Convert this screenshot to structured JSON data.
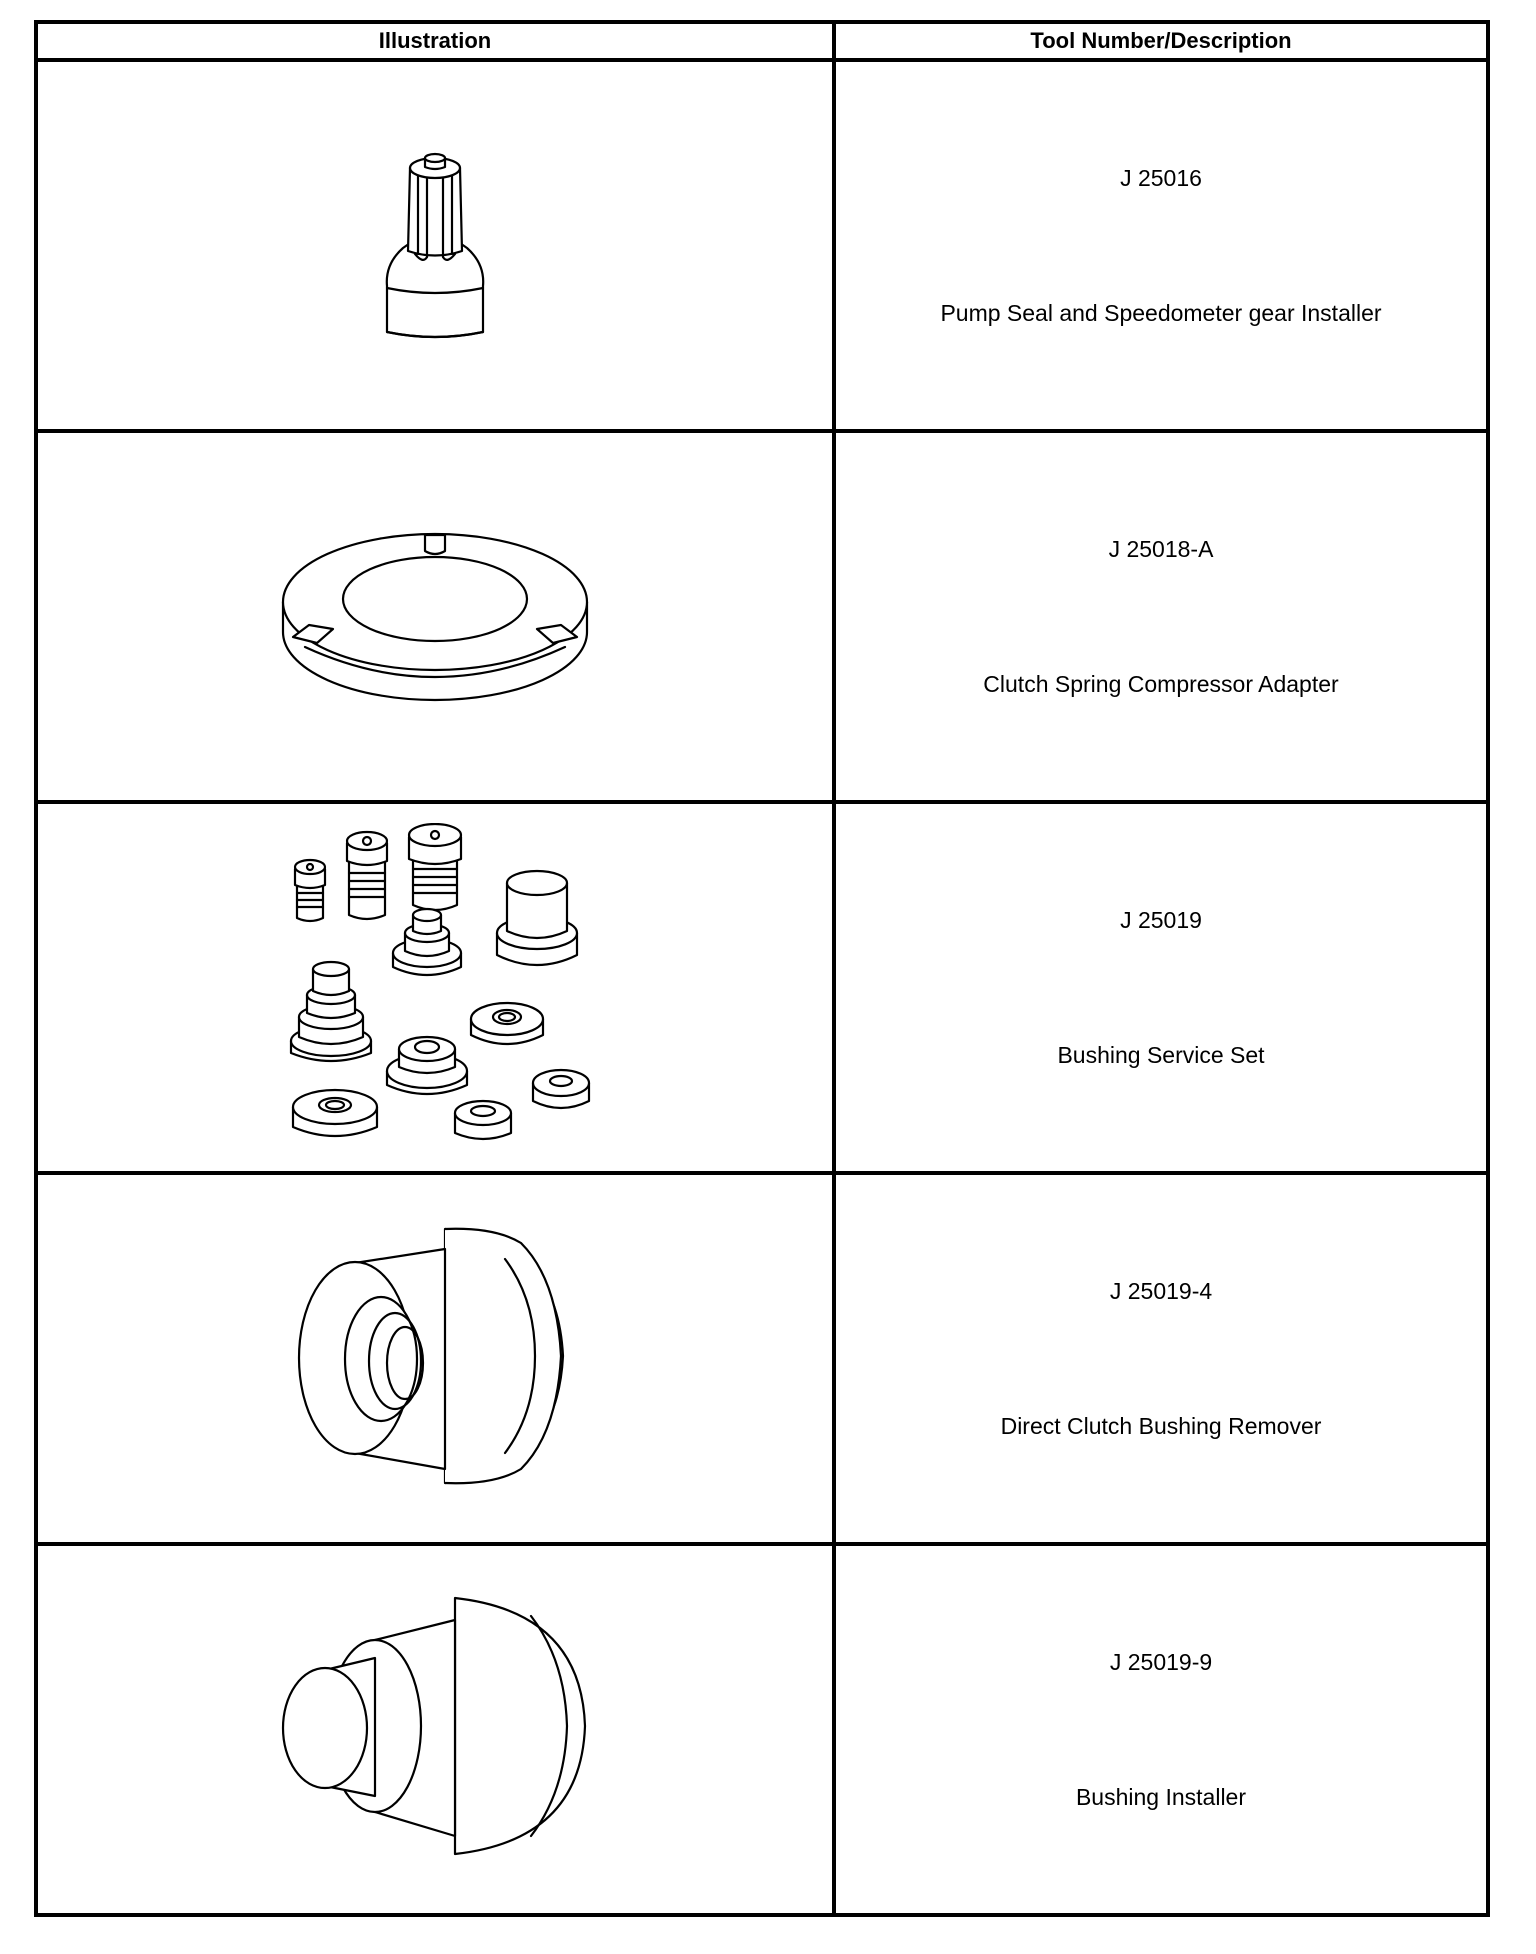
{
  "table": {
    "headers": {
      "illustration": "Illustration",
      "tool": "Tool Number/Description"
    },
    "rows": [
      {
        "number": "J 25016",
        "description": "Pump Seal and Speedometer gear Installer",
        "icon": "pump-seal-installer-icon"
      },
      {
        "number": "J 25018-A",
        "description": "Clutch Spring Compressor Adapter",
        "icon": "clutch-spring-adapter-icon"
      },
      {
        "number": "J 25019",
        "description": "Bushing Service Set",
        "icon": "bushing-service-set-icon"
      },
      {
        "number": "J 25019-4",
        "description": "Direct Clutch Bushing Remover",
        "icon": "bushing-remover-icon"
      },
      {
        "number": "J 25019-9",
        "description": "Bushing Installer",
        "icon": "bushing-installer-icon"
      }
    ]
  }
}
